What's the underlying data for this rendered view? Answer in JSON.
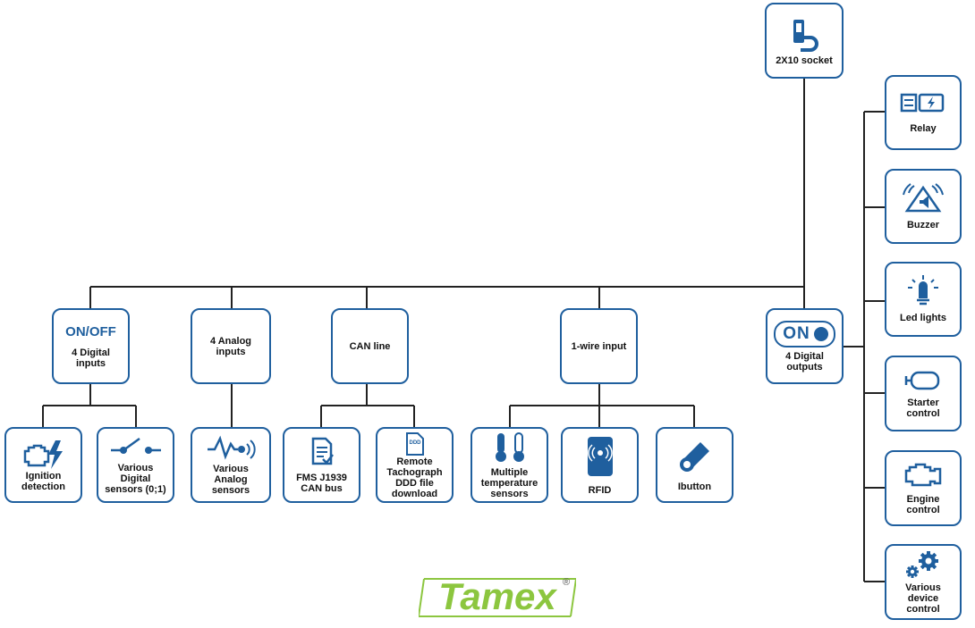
{
  "socket": {
    "label": "2X10 socket"
  },
  "inputs": {
    "onoff": {
      "title": "ON/OFF",
      "label": "4 Digital\ninputs"
    },
    "analog": {
      "label": "4 Analog\ninputs"
    },
    "can": {
      "label": "CAN line"
    },
    "onewire": {
      "label": "1-wire input"
    }
  },
  "outputs": {
    "on_text": "ON",
    "label": "4 Digital\noutputs"
  },
  "leaves": {
    "ignition": "Ignition\ndetection",
    "digital_sensors": "Various\nDigital\nsensors (0;1)",
    "analog_sensors": "Various\nAnalog\nsensors",
    "fms": "FMS J1939\nCAN bus",
    "tachograph": "Remote\nTachograph\nDDD file\ndownload",
    "tacho_icon_text": "DDD",
    "temperature": "Multiple\ntemperature\nsensors",
    "rfid": "RFID",
    "ibutton": "Ibutton"
  },
  "output_devices": {
    "relay": "Relay",
    "buzzer": "Buzzer",
    "led": "Led lights",
    "starter": "Starter\ncontrol",
    "engine": "Engine\ncontrol",
    "device": "Various\ndevice\ncontrol"
  },
  "brand": {
    "name": "Tamex",
    "reg": "®",
    "color": "#8cc63f"
  },
  "colors": {
    "accent": "#1f5f9e",
    "line": "#222222"
  }
}
